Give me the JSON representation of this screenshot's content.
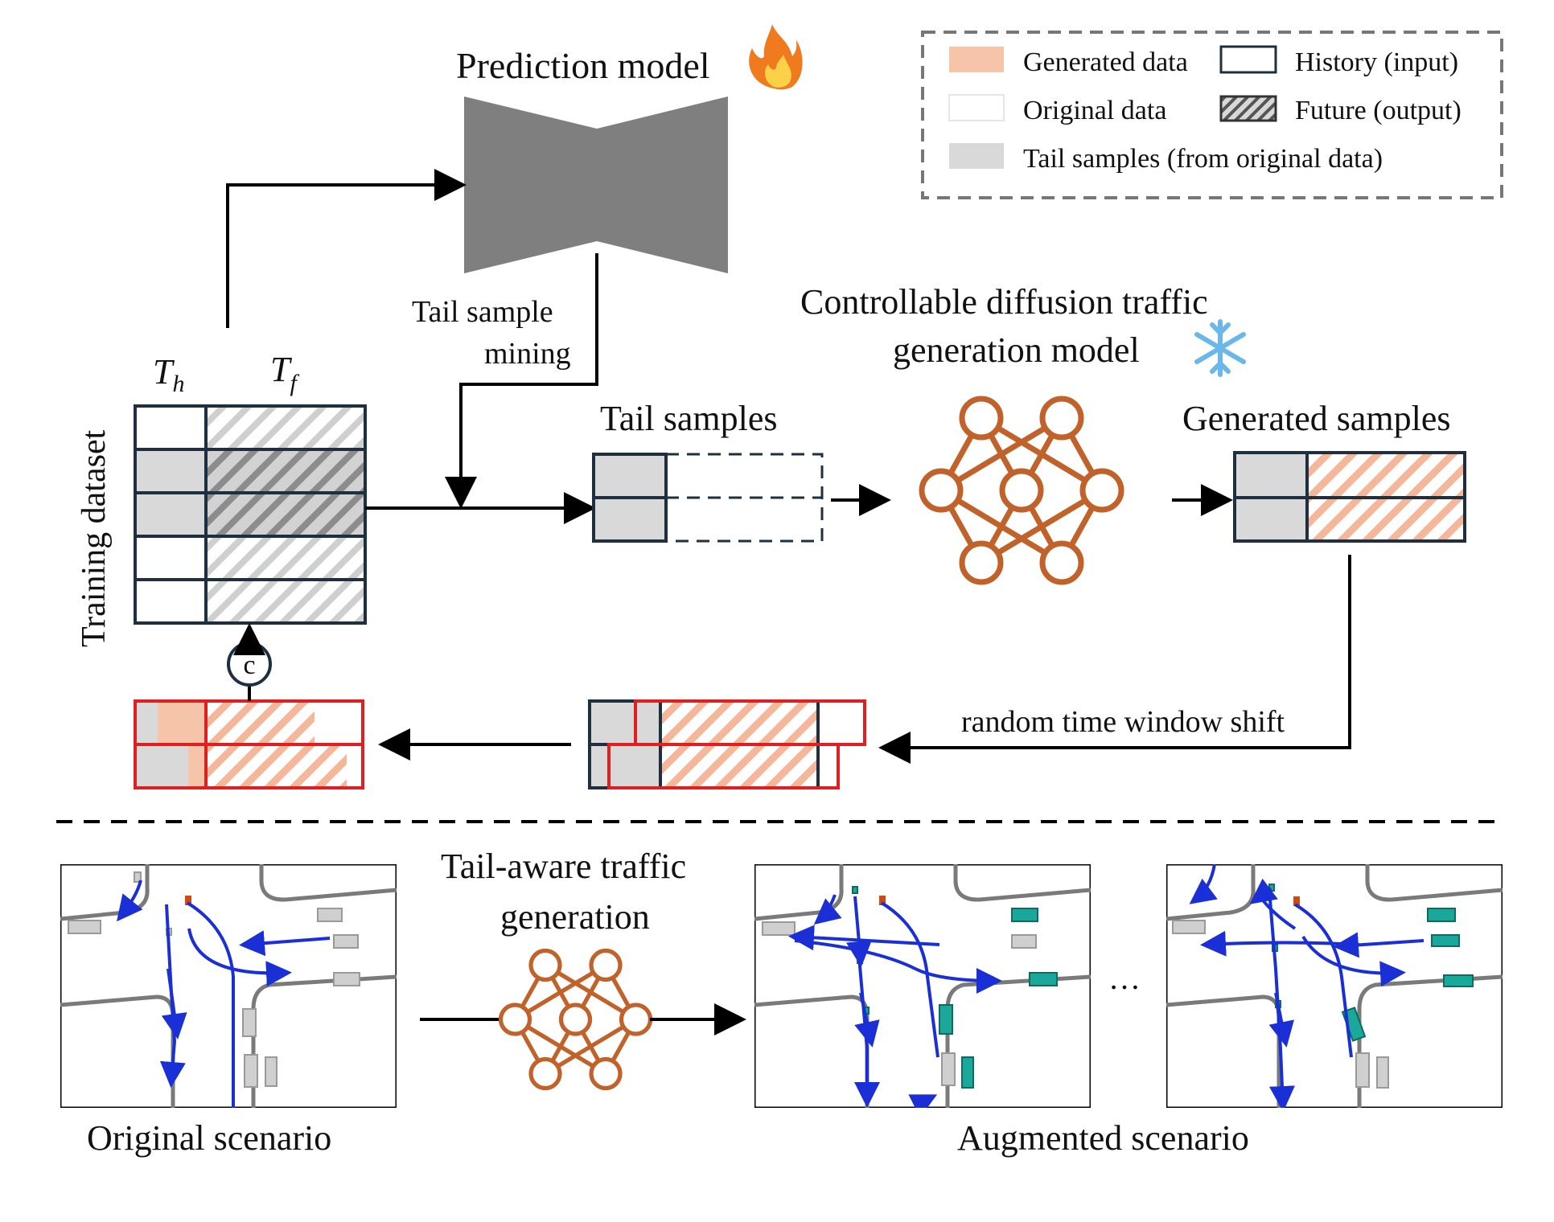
{
  "prediction_model": {
    "title": "Prediction model",
    "status_icon": "fire-icon"
  },
  "legend": {
    "generated_data": "Generated data",
    "history_input": "History (input)",
    "original_data": "Original data",
    "future_output": "Future (output)",
    "tail_samples": "Tail samples (from original data)"
  },
  "diffusion_model": {
    "title_line1": "Controllable diffusion traffic",
    "title_line2": "generation model",
    "status_icon": "snowflake-icon"
  },
  "labels": {
    "tail_sample_mining_1": "Tail sample",
    "tail_sample_mining_2": "mining",
    "training_dataset": "Training dataset",
    "th_main": "T",
    "th_sub": "h",
    "tf_main": "T",
    "tf_sub": "f",
    "tail_samples": "Tail samples",
    "generated_samples": "Generated samples",
    "random_shift": "random time window shift",
    "concat_symbol": "c",
    "tail_aware_1": "Tail-aware traffic",
    "tail_aware_2": "generation",
    "ellipsis": "…",
    "original_scenario": "Original scenario",
    "augmented_scenario": "Augmented scenario"
  },
  "colors": {
    "generated": "#f6c4a8",
    "tail": "#d9d9d9",
    "history_border": "#1e3040",
    "network": "#c0622a",
    "red_box": "#e02020",
    "trajectory": "#1a2fd6",
    "teal_vehicle": "#1aa89a",
    "gray_vehicle": "#cfcfcf",
    "model_gray": "#7f7f7f"
  }
}
